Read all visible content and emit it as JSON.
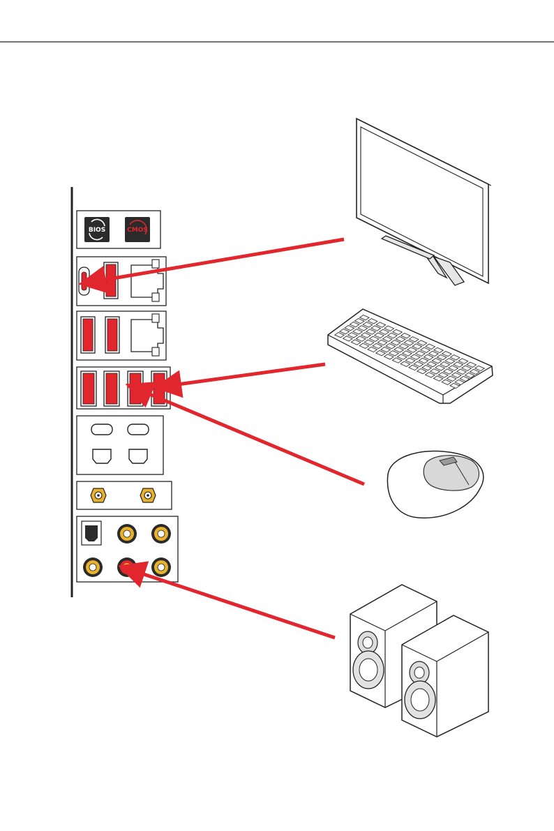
{
  "io_panel": {
    "bios_button_label": "BIOS",
    "cmos_button_label": "CMOS",
    "accent_color": "#e1262d",
    "gold_color": "#e8b32a"
  },
  "devices": [
    "monitor",
    "keyboard",
    "mouse",
    "speakers"
  ],
  "connections": [
    {
      "from": "monitor",
      "to": "usb-c-port"
    },
    {
      "from": "keyboard",
      "to": "usb-a-port-row3-4"
    },
    {
      "from": "mouse",
      "to": "usb-a-port-row3-3"
    },
    {
      "from": "speakers",
      "to": "audio-line-out-jack"
    }
  ],
  "arrow_color": "#e1262d"
}
